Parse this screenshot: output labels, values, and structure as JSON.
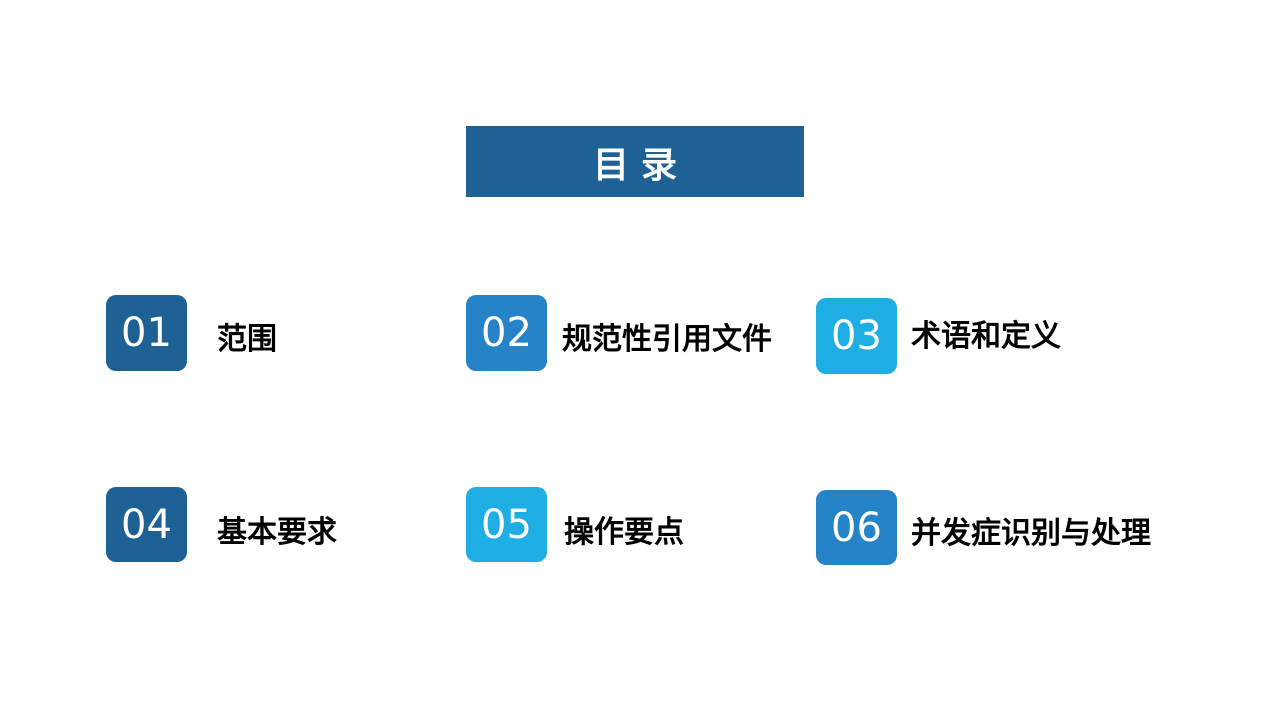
{
  "title": "目录",
  "colors": {
    "banner": "#1e6295",
    "dark_blue": "#1e6295",
    "mid_blue": "#2584c8",
    "light_blue": "#1eaee4"
  },
  "items": [
    {
      "number": "01",
      "label": "范围",
      "color": "#1e6295"
    },
    {
      "number": "02",
      "label": "规范性引用文件",
      "color": "#2584c8"
    },
    {
      "number": "03",
      "label": "术语和定义",
      "color": "#1eaee4"
    },
    {
      "number": "04",
      "label": "基本要求",
      "color": "#1e6295"
    },
    {
      "number": "05",
      "label": "操作要点",
      "color": "#1eaee4"
    },
    {
      "number": "06",
      "label": "并发症识别与处理",
      "color": "#2584c8"
    }
  ]
}
